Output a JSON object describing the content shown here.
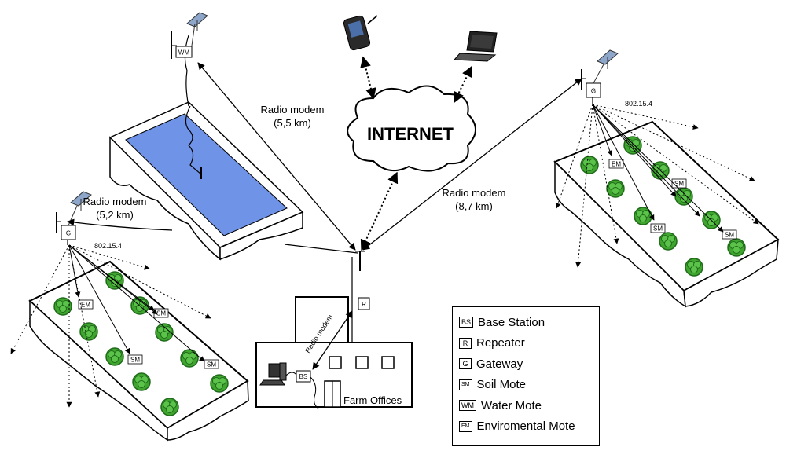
{
  "internet_label": "INTERNET",
  "radio_links": {
    "water": {
      "line1": "Radio modem",
      "line2": "(5,5 km)"
    },
    "left_field": {
      "line1": "Radio modem",
      "line2": "(5,2 km)"
    },
    "right_field": {
      "line1": "Radio modem",
      "line2": "(8,7 km)"
    },
    "office": "Radio modem"
  },
  "protocol_label": "802.15.4",
  "building": {
    "label": "Farm Offices",
    "repeater_tag": "R",
    "base_tag": "BS"
  },
  "node_tags": {
    "water_mote": "WM",
    "gateway": "G",
    "env_mote": "EM",
    "soil_mote": "SM"
  },
  "legend": [
    {
      "symbol": "BS",
      "text": "Base Station"
    },
    {
      "symbol": "R",
      "text": "Repeater"
    },
    {
      "symbol": "G",
      "text": "Gateway"
    },
    {
      "symbol": "SM",
      "text": "Soil Mote"
    },
    {
      "symbol": "WM",
      "text": "Water Mote"
    },
    {
      "symbol": "EM",
      "text": "Enviromental Mote"
    }
  ],
  "colors": {
    "water": "#6f93e6",
    "plant": "#3fa52f",
    "plant_dark": "#1f6b1a",
    "panel": "#8da6c9"
  }
}
